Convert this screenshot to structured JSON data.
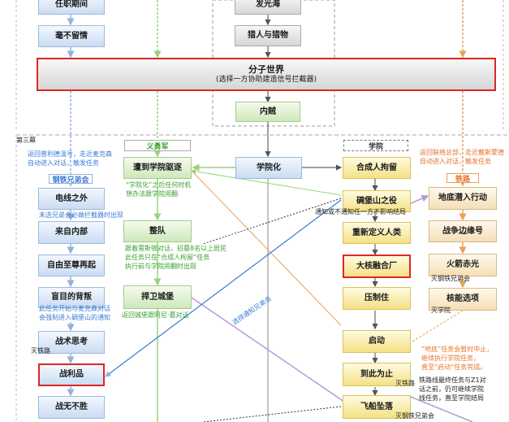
{
  "act_label": "第三幕",
  "factions": {
    "yiyongjun": "义勇军",
    "xueyuan": "学院",
    "gangtie": "钢铁兄弟会",
    "tielu": "铁路"
  },
  "nodes": {
    "renzhi": "任职期间",
    "haobuliu": "毫不留情",
    "faguanghai": "发光海",
    "lierenyuliewu": "猎人与猎物",
    "fenzi_title": "分子世界",
    "fenzi_sub": "(选择一方协助建造信号拦截器)",
    "neizei": "内贼",
    "xueyuanhua": "学院化",
    "hechengren": "合成人拘留",
    "zaoyu": "遭到学院驱逐",
    "zhengdui": "整队",
    "hanwei": "捍卫城堡",
    "dianxian": "电线之外",
    "laizi": "来自内部",
    "ziyou": "自由至尊再起",
    "mangmu": "盲目的背叛",
    "zhanshu": "战术思考",
    "zhanlipin": "战利品",
    "zhanwubusheng": "战无不胜",
    "diaobao": "碉堡山之役",
    "chongxin": "重新定义人类",
    "dahe": "大核融合厂",
    "yazhi": "压制住",
    "qidong": "启动",
    "daoci": "到此为止",
    "feichuan": "飞船坠落",
    "didi": "地底潜入行动",
    "zhanzheng": "战争边缘号",
    "huojian": "火箭赤光",
    "hexuan": "核能选项"
  },
  "notes": {
    "fanhui_bs": "返回普利德温号，走近麦克森\n自动进入对话，触发任务",
    "fanhui_tl": "返回联络总部，走近戴斯蒙德\n自动进入对话，触发任务",
    "weixuan": "未选兄弟会必做拦截器时出现",
    "xueyuanhua_note": "“学院化”之后任何时机\n想办法跟学院闹翻",
    "tongzhi": "通知或不通知任一方不影响结局",
    "gensui": "跟着需斯顿对话，招募8名以上居民\n此任务只在“合成人拘留”任务\n执行前与学院闹翻时出现",
    "fanhui_cb": "返回城堡跟阿尼·葛对话",
    "ci_renwu": "此任务开始与麦克森对话\n会强制进入碉堡山的通知",
    "xuanze": "选择通知兄弟会",
    "didi_note": "“地底”任务会暂时中止，\n继续执行学院任务，\n直至“启动”任务完成。",
    "tielu_end": "铁路线最终任务与Z1对\n话之前，仍可继续学院\n线任务，直至学院结局",
    "miezhanlu": "灭铁路",
    "mie_xiongdi1": "灭钢铁兄弟会",
    "miexueyuan": "灭学院",
    "mie_tielu2": "灭铁路",
    "mie_xiongdi2": "灭钢铁兄弟会"
  }
}
